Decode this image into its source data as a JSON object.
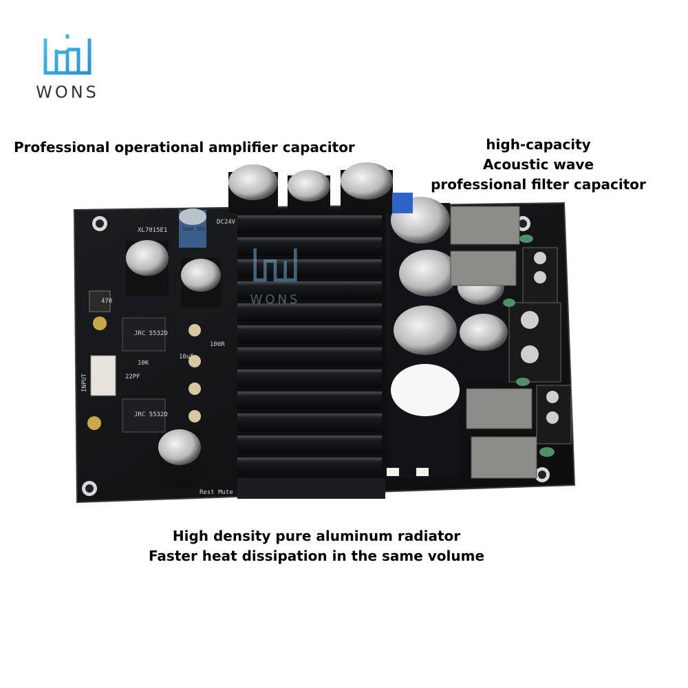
{
  "brand": {
    "name": "WONS",
    "logo_color": "#3ba8d8"
  },
  "captions": {
    "opamp": "Professional operational amplifier capacitor",
    "filter": [
      "high-capacity",
      "Acoustic wave",
      "professional filter capacitor"
    ],
    "radiator": [
      "High density pure aluminum radiator",
      "Faster heat dissipation in the same volume"
    ]
  },
  "board_labels": {
    "input": "INPUT",
    "reg": "XL7015E1",
    "chip1": "JRC 5532D",
    "chip2": "JRC 5532D",
    "cap_small": "33uF 35V",
    "coil": "470",
    "dc": "DC24V",
    "res1": "10K",
    "res2": "22PF",
    "res3": "100R",
    "res4": "10uF",
    "mute": "Rest Mute"
  }
}
